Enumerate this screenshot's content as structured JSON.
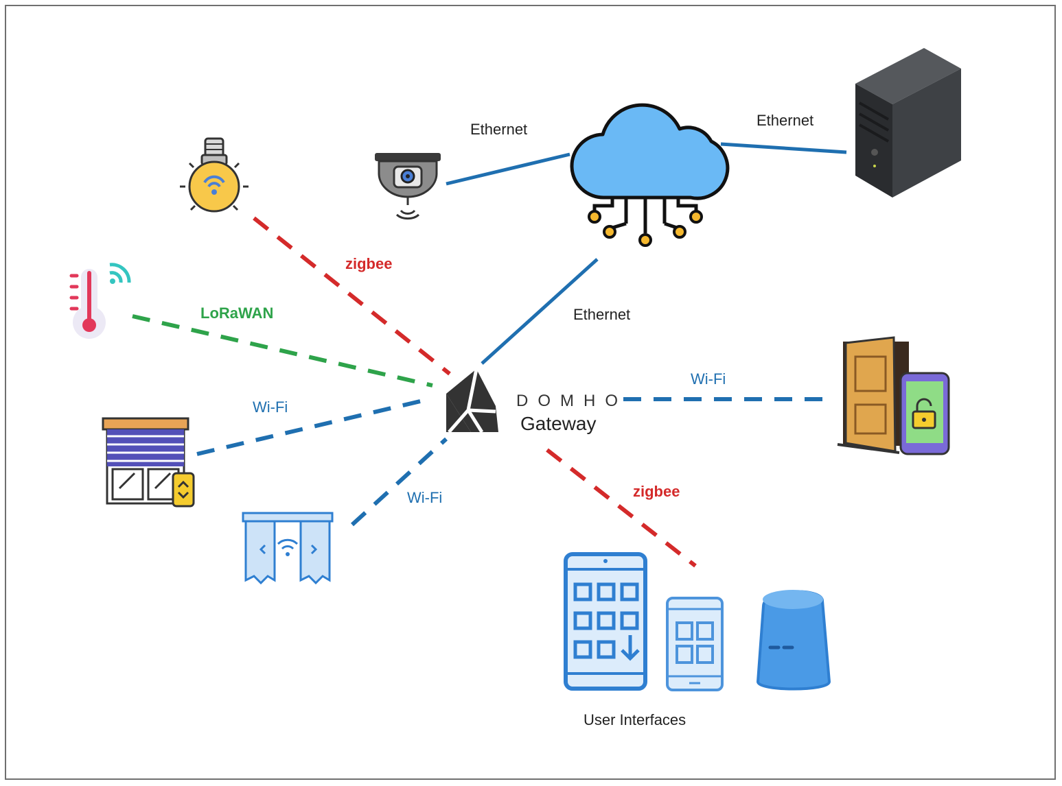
{
  "diagram": {
    "gateway": {
      "brand": "DOMHO",
      "label": "Gateway"
    },
    "links": {
      "camera_cloud": "Ethernet",
      "cloud_server": "Ethernet",
      "gateway_cloud": "Ethernet",
      "bulb_gateway": "zigbee",
      "thermometer_gateway": "LoRaWAN",
      "shutter_gateway": "Wi-Fi",
      "curtain_gateway": "Wi-Fi",
      "gateway_door": "Wi-Fi",
      "gateway_ui": "zigbee"
    },
    "user_interfaces_label": "User Interfaces",
    "colors": {
      "ethernet": "#1f6fb0",
      "wifi": "#1f6fb0",
      "zigbee": "#d42a2a",
      "lorawan": "#2ea34a"
    },
    "nodes": [
      "smart-bulb-icon",
      "security-camera-icon",
      "cloud-icon",
      "server-tower-icon",
      "thermometer-icon",
      "roller-shutter-icon",
      "curtain-icon",
      "gateway-logo-icon",
      "smart-door-lock-icon",
      "tablet-icon",
      "smartphone-icon",
      "smart-speaker-icon"
    ]
  }
}
